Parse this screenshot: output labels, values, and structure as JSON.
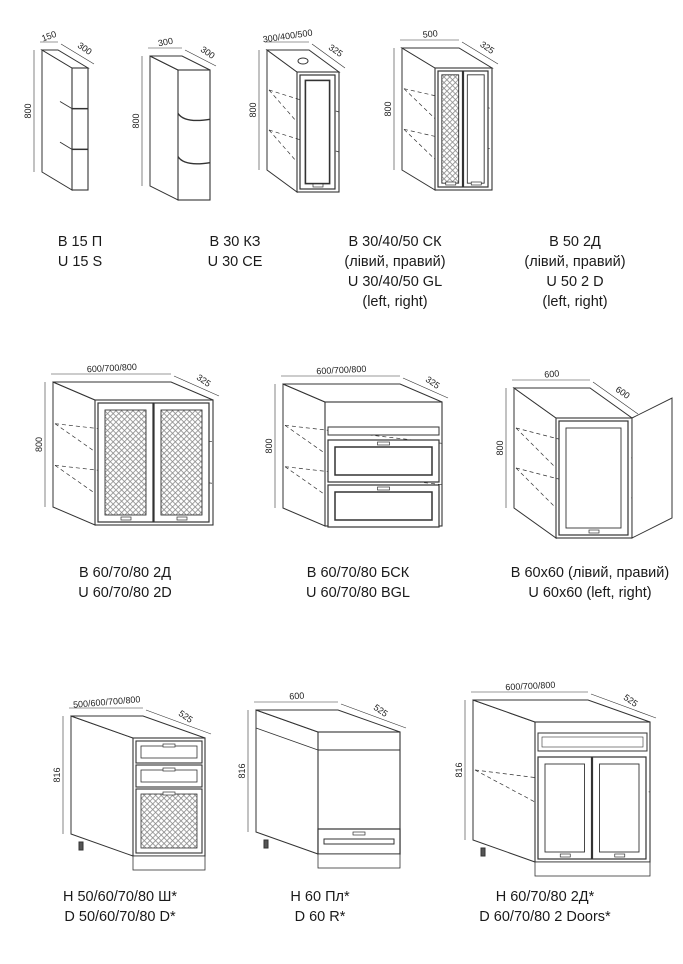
{
  "colors": {
    "line": "#333333",
    "panel": "#ffffff",
    "mesh": "#8a8a8a"
  },
  "items": [
    {
      "id": "b15p",
      "lines": [
        "В 15 П",
        "U 15 S"
      ],
      "dims": {
        "width": "150",
        "depth": "300",
        "height": "800"
      }
    },
    {
      "id": "b30kz",
      "lines": [
        "В 30 КЗ",
        "U 30 CE"
      ],
      "dims": {
        "width": "300",
        "depth": "300",
        "height": "800"
      }
    },
    {
      "id": "b30ck",
      "lines": [
        "В 30/40/50 СК",
        "(лівий, правий)",
        "U 30/40/50 GL",
        "(left, right)"
      ],
      "dims": {
        "width": "300/400/500",
        "depth": "325",
        "height": "800"
      }
    },
    {
      "id": "b502d",
      "lines": [
        "В 50 2Д",
        "(лівий, правий)",
        "U 50 2 D",
        "(left, right)"
      ],
      "dims": {
        "width": "500",
        "depth": "325",
        "height": "800"
      }
    },
    {
      "id": "b602d",
      "lines": [
        "В 60/70/80 2Д",
        "U 60/70/80 2D"
      ],
      "dims": {
        "width": "600/700/800",
        "depth": "325",
        "height": "800"
      }
    },
    {
      "id": "b60bsk",
      "lines": [
        "В 60/70/80 БСК",
        "U 60/70/80 BGL"
      ],
      "dims": {
        "width": "600/700/800",
        "depth": "325",
        "height": "800"
      }
    },
    {
      "id": "b60x60",
      "lines": [
        "В 60х60 (лівий, правий)",
        "U 60х60 (left, right)"
      ],
      "dims": {
        "width": "600",
        "depth": "600",
        "height": "800"
      }
    },
    {
      "id": "h50sh",
      "lines": [
        "Н 50/60/70/80 Ш*",
        "D 50/60/70/80 D*"
      ],
      "dims": {
        "width": "500/600/700/800",
        "depth": "525",
        "height": "816"
      }
    },
    {
      "id": "h60pl",
      "lines": [
        "Н 60 Пл*",
        "D 60 R*"
      ],
      "dims": {
        "width": "600",
        "depth": "525",
        "height": "816"
      }
    },
    {
      "id": "h602d",
      "lines": [
        "Н 60/70/80 2Д*",
        "D 60/70/80 2 Doors*"
      ],
      "dims": {
        "width": "600/700/800",
        "depth": "525",
        "height": "816"
      }
    }
  ]
}
